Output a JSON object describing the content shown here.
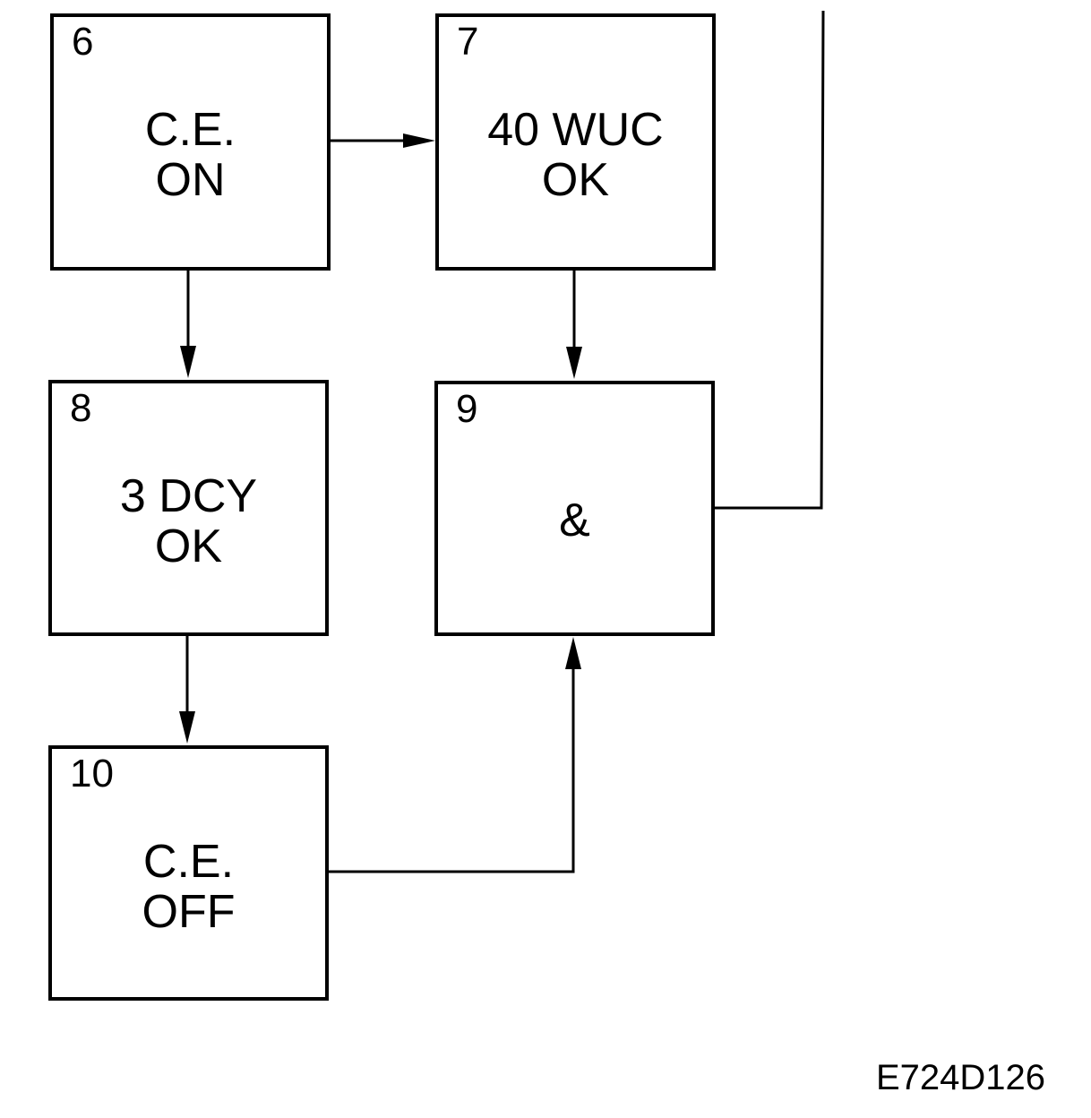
{
  "diagram": {
    "blocks": [
      {
        "number": "6",
        "line1": "C.E.",
        "line2": "ON"
      },
      {
        "number": "7",
        "line1": "40 WUC",
        "line2": "OK"
      },
      {
        "number": "8",
        "line1": "3 DCY",
        "line2": "OK"
      },
      {
        "number": "9",
        "line1": "&"
      },
      {
        "number": "10",
        "line1": "C.E.",
        "line2": "OFF"
      }
    ],
    "connections": [
      {
        "from": "6",
        "to": "7"
      },
      {
        "from": "6",
        "to": "8"
      },
      {
        "from": "7",
        "to": "9"
      },
      {
        "from": "8",
        "to": "10"
      },
      {
        "from": "10",
        "to": "9"
      },
      {
        "from": "9",
        "to": "off-page"
      }
    ],
    "line_color": "#000000",
    "background": "#ffffff"
  },
  "figure_id": "E724D126"
}
